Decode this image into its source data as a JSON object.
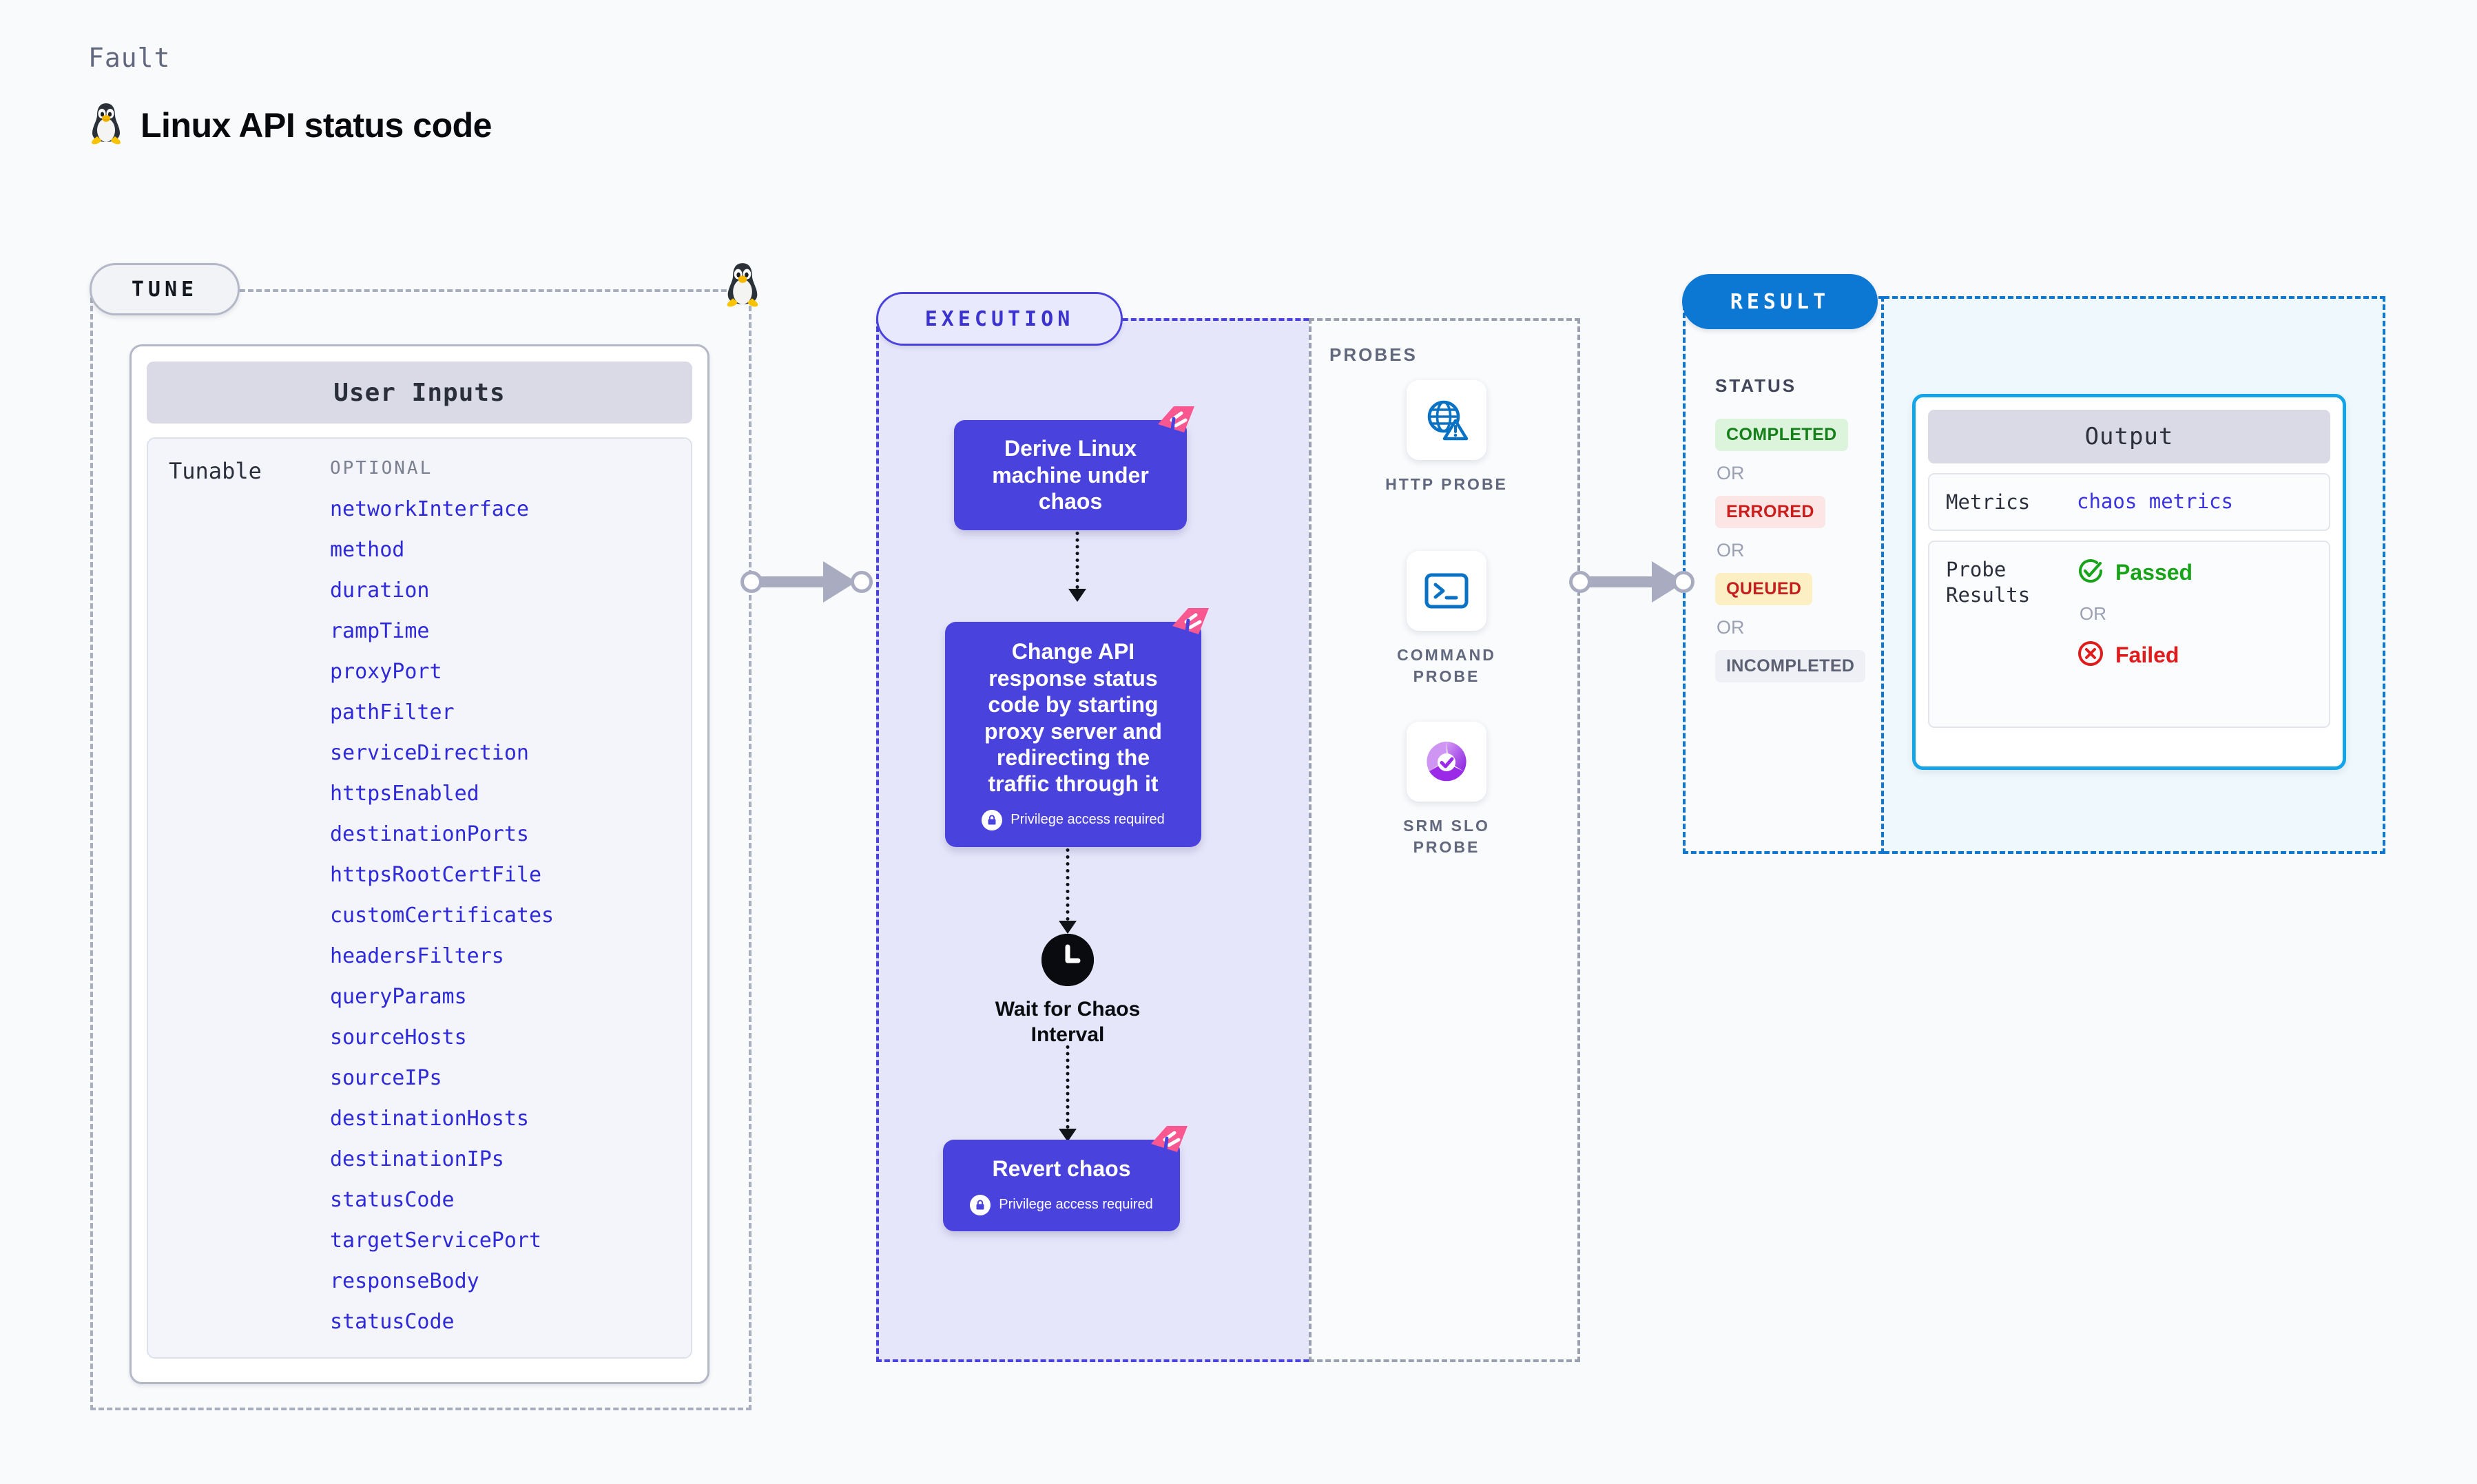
{
  "header": {
    "eyebrow": "Fault",
    "title": "Linux API status code",
    "os_icon": "linux-penguin-icon"
  },
  "tune": {
    "pill_label": "TUNE",
    "os_marker_icon": "linux-penguin-icon",
    "user_inputs": {
      "header": "User Inputs",
      "group_label": "Tunable",
      "optional_label": "OPTIONAL",
      "params": [
        "networkInterface",
        "method",
        "duration",
        "rampTime",
        "proxyPort",
        "pathFilter",
        "serviceDirection",
        "httpsEnabled",
        "destinationPorts",
        "httpsRootCertFile",
        "customCertificates",
        "headersFilters",
        "queryParams",
        "sourceHosts",
        "sourceIPs",
        "destinationHosts",
        "destinationIPs",
        "statusCode",
        "targetServicePort",
        "responseBody",
        "statusCode"
      ]
    }
  },
  "execution": {
    "pill_label": "EXECUTION",
    "nodes": [
      {
        "title": "Derive Linux machine under chaos",
        "privilege": null,
        "badge_icon": "harness-logo-icon"
      },
      {
        "title": "Change API response status code by starting proxy server and redirecting the traffic through it",
        "privilege": "Privilege access required",
        "badge_icon": "harness-logo-icon"
      }
    ],
    "wait": {
      "label": "Wait for Chaos Interval",
      "icon": "clock-icon"
    },
    "revert": {
      "title": "Revert chaos",
      "privilege": "Privilege access required",
      "badge_icon": "harness-logo-icon"
    }
  },
  "probes": {
    "title": "PROBES",
    "items": [
      {
        "label": "HTTP PROBE",
        "icon": "globe-warning-icon"
      },
      {
        "label": "COMMAND PROBE",
        "icon": "terminal-icon"
      },
      {
        "label": "SRM SLO PROBE",
        "icon": "srm-slo-donut-icon"
      }
    ]
  },
  "result": {
    "pill_label": "RESULT",
    "status_title": "STATUS",
    "or_label": "OR",
    "statuses": [
      {
        "label": "COMPLETED",
        "bg": "#dcf3dc",
        "fg": "#15801a"
      },
      {
        "label": "ERRORED",
        "bg": "#fbe5e5",
        "fg": "#cc1d1d"
      },
      {
        "label": "QUEUED",
        "bg": "#fdefc4",
        "fg": "#c41e1e"
      },
      {
        "label": "INCOMPLETED",
        "bg": "#eef0f5",
        "fg": "#5b6073"
      }
    ],
    "output": {
      "header": "Output",
      "metrics_key": "Metrics",
      "metrics_value": "chaos metrics",
      "probe_results_key": "Probe Results",
      "passed_label": "Passed",
      "failed_label": "Failed",
      "or_label": "OR",
      "passed_icon": "check-circle-icon",
      "failed_icon": "x-circle-icon"
    }
  },
  "colors": {
    "node_purple": "#4a42dd",
    "execution_bg": "#e6e6fb",
    "result_bg": "#eff8fd",
    "result_blue": "#0d77d4",
    "output_border": "#14a4e8",
    "param_blue": "#2f2ad9",
    "harness_pink": "#f8588f"
  }
}
